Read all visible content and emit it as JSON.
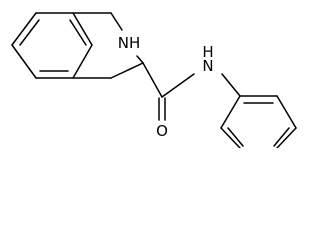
{
  "molecule": {
    "atoms": {
      "amine_nh": "NH",
      "amide_n": "N",
      "amide_h": "H",
      "carbonyl_o": "O"
    }
  }
}
